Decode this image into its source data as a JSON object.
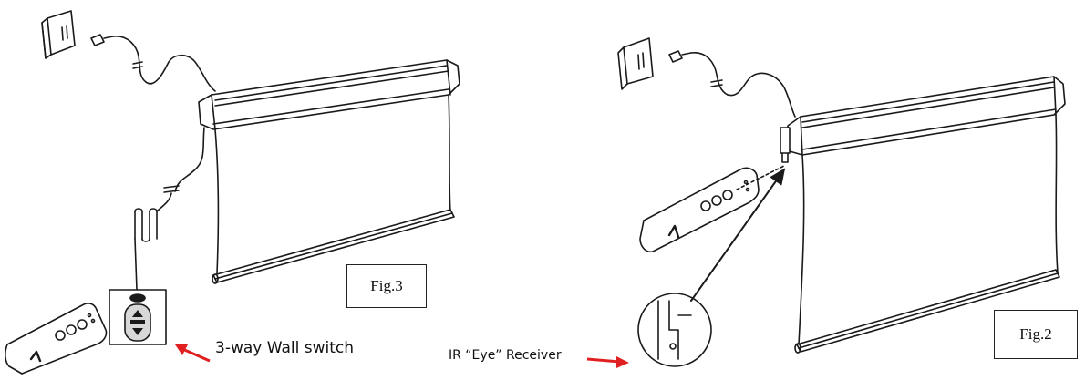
{
  "figures": {
    "fig3": {
      "label": "Fig.3",
      "callout": "3-way Wall switch"
    },
    "fig2": {
      "label": "Fig.2",
      "callout": "IR “Eye” Receiver"
    }
  },
  "colors": {
    "ink": "#1a1a1a",
    "arrow": "#e02020",
    "paper": "#ffffff"
  }
}
